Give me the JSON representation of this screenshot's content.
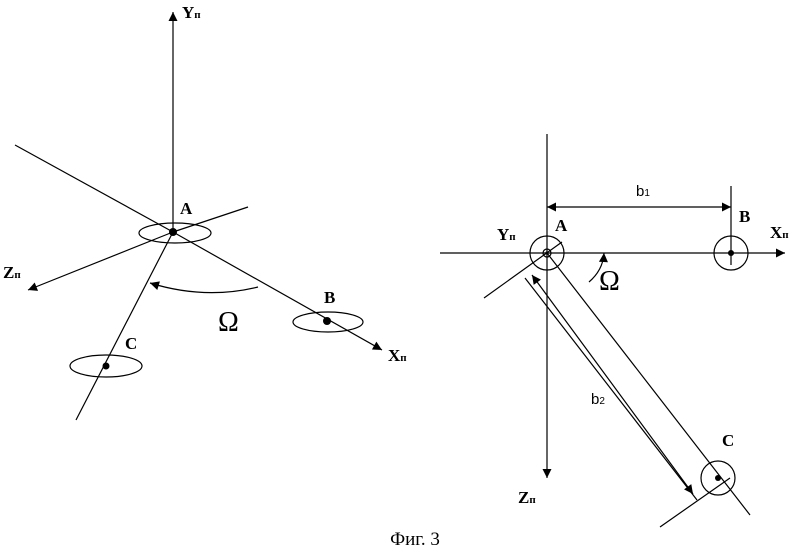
{
  "left_view": {
    "axis_y": {
      "main": "Y",
      "sub": "п"
    },
    "axis_x": {
      "main": "X",
      "sub": "п"
    },
    "axis_z": {
      "main": "Z",
      "sub": "п"
    },
    "point_a": "A",
    "point_b": "B",
    "point_c": "C",
    "angle": "Ω"
  },
  "right_view": {
    "axis_y": {
      "main": "Y",
      "sub": "п"
    },
    "axis_x": {
      "main": "X",
      "sub": "п"
    },
    "axis_z": {
      "main": "Z",
      "sub": "п"
    },
    "point_a": "A",
    "point_b": "B",
    "point_c": "C",
    "angle": "Ω",
    "dim_1": {
      "main": "b",
      "sub": "1"
    },
    "dim_2": {
      "main": "b",
      "sub": "2"
    }
  },
  "caption": "Фиг. 3"
}
